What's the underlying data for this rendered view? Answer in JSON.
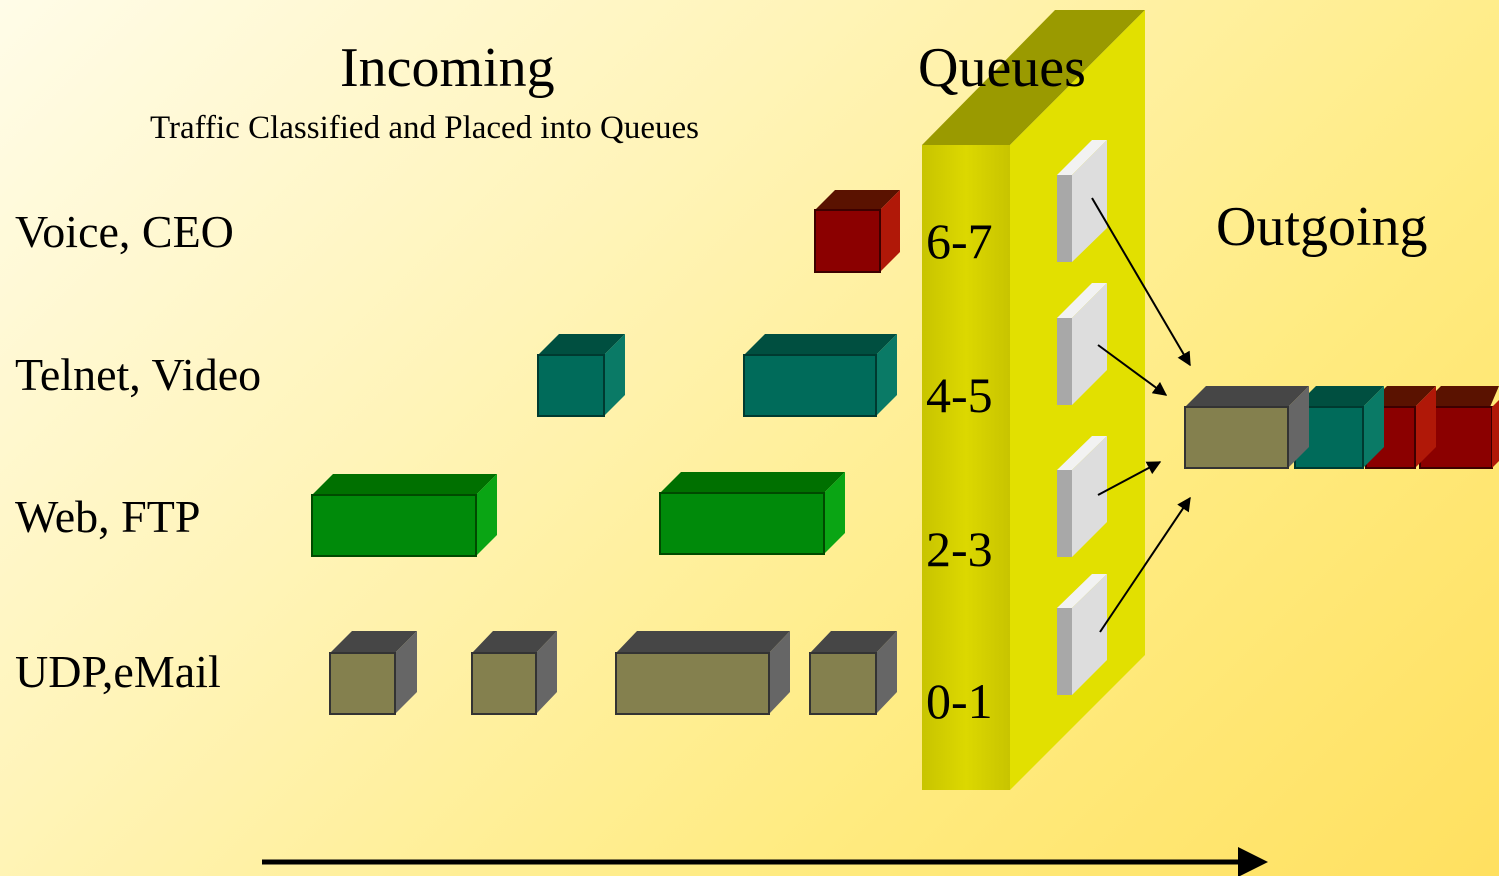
{
  "headings": {
    "incoming": "Incoming",
    "subtitle": "Traffic Classified and Placed into Queues",
    "queues": "Queues",
    "outgoing": "Outgoing"
  },
  "traffic_classes": [
    {
      "label": "Voice, CEO"
    },
    {
      "label": "Telnet, Video"
    },
    {
      "label": "Web, FTP"
    },
    {
      "label": "UDP,eMail"
    }
  ],
  "queue_levels": [
    "6-7",
    "4-5",
    "2-3",
    "0-1"
  ],
  "colors": {
    "voice": "#8b0000",
    "telnet_video": "#006b5a",
    "web_ftp": "#008a0a",
    "udp_email": "#84804e",
    "queue_panel": "#d8d800",
    "queue_slot": "#dcdcdc"
  }
}
